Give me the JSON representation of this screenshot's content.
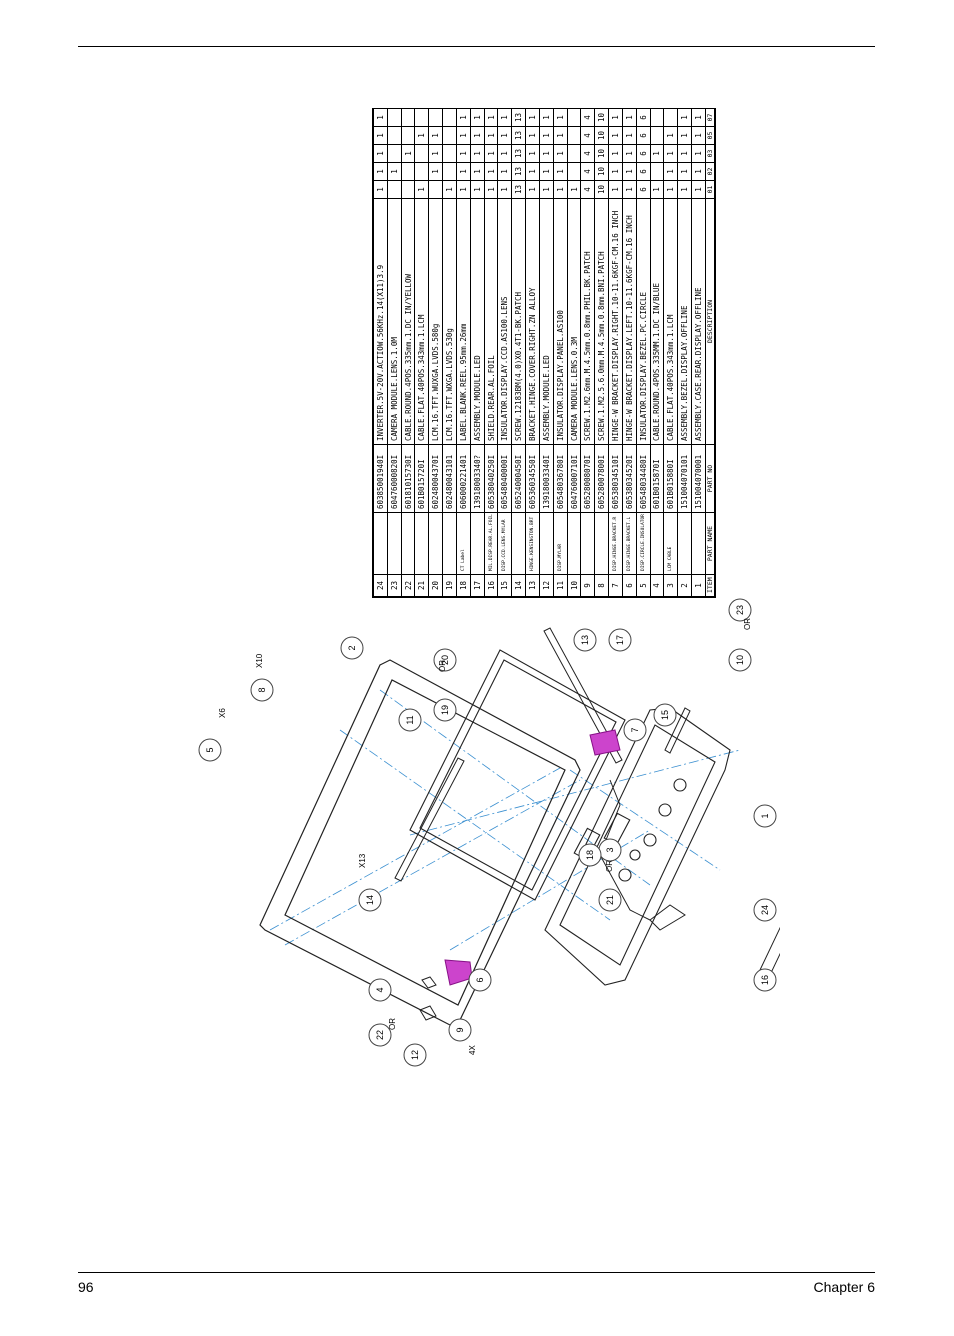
{
  "footer": {
    "page_number": "96",
    "chapter": "Chapter 6"
  },
  "parts_table": {
    "headers": {
      "item": "ITEM",
      "part_name": "PART NAME",
      "part_no": "PART NO",
      "description": "DESCRIPTION",
      "qty": [
        "01",
        "02",
        "03",
        "05",
        "07"
      ]
    },
    "rows": [
      {
        "item": "24",
        "part_name": "",
        "part_no": "60385001940I",
        "description": "INVERTER.5V-20V.ACTIOW.56KHz.14(X11)3.9",
        "qty": [
          "1",
          "1",
          "1",
          "1",
          "1"
        ]
      },
      {
        "item": "23",
        "part_name": "",
        "part_no": "60476000820I",
        "description": "CAMERA MODULE.LENS.1.0M",
        "qty": [
          "",
          "1",
          "",
          "",
          ""
        ]
      },
      {
        "item": "22",
        "part_name": "",
        "part_no": "60181015730I",
        "description": "CABLE.ROUND.4POS.335mm.1.DC IN/YELLOW",
        "qty": [
          "",
          "",
          "1",
          "",
          ""
        ]
      },
      {
        "item": "21",
        "part_name": "",
        "part_no": "601B015720I",
        "description": "CABLE.FLAT.40POS.343mm.1.LCM",
        "qty": [
          "1",
          "",
          "",
          "1",
          ""
        ]
      },
      {
        "item": "20",
        "part_name": "",
        "part_no": "60248004370I",
        "description": "LCM.16.TFT.WUXGA.LVDS.580g",
        "qty": [
          "",
          "1",
          "1",
          "1",
          ""
        ]
      },
      {
        "item": "19",
        "part_name": "",
        "part_no": "602480043101",
        "description": "LCM.16.TFT.WXGA.LVDS.530g",
        "qty": [
          "1",
          "",
          "",
          "",
          ""
        ]
      },
      {
        "item": "18",
        "part_name": "CT Label",
        "part_no": "606000221401",
        "description": "LABEL.BLANK.REEL.95mm.26mm",
        "qty": [
          "1",
          "1",
          "1",
          "1",
          "1"
        ]
      },
      {
        "item": "17",
        "part_name": "",
        "part_no": "13918003340?",
        "description": "ASSEMBLY.MODULE.LED",
        "qty": [
          "1",
          "1",
          "1",
          "1",
          "1"
        ]
      },
      {
        "item": "16",
        "part_name": "MIL.DISP.REAR.AL.FOIL",
        "part_no": "60538040250I",
        "description": "SHIELD.REAR.AL.FOIL",
        "qty": [
          "1",
          "1",
          "1",
          "1",
          "1"
        ]
      },
      {
        "item": "15",
        "part_name": "DISP.CCD.LENS.MYLAR",
        "part_no": "60548040000I",
        "description": "INSULATOR.DISPLAY.CCD.AS100.LENS",
        "qty": [
          "1",
          "1",
          "1",
          "1",
          "1"
        ]
      },
      {
        "item": "14",
        "part_name": "",
        "part_no": "60524000450I",
        "description": "SCREW.12183BM(4.0)X0.4T1-BK.PATCH",
        "qty": [
          "13",
          "13",
          "13",
          "13",
          "13"
        ]
      },
      {
        "item": "13",
        "part_name": "HINGE.KENSINGTON.BRT",
        "part_no": "60536034550I",
        "description": "BRACKET.HINGE.COVER.RIGHT.ZN ALLOY",
        "qty": [
          "1",
          "1",
          "1",
          "1",
          "1"
        ]
      },
      {
        "item": "12",
        "part_name": "",
        "part_no": "13918003340I",
        "description": "ASSEMBLY.MODULE.LED",
        "qty": [
          "1",
          "1",
          "1",
          "1",
          "1"
        ]
      },
      {
        "item": "11",
        "part_name": "DISP.MYLAR",
        "part_no": "60548036780I",
        "description": "INSULATOR.DISPLAY.PANEL.AS100",
        "qty": [
          "1",
          "1",
          "1",
          "1",
          "1"
        ]
      },
      {
        "item": "10",
        "part_name": "",
        "part_no": "60476000710I",
        "description": "CAMERA MODULE.LENS.0.3M",
        "qty": [
          "1",
          "",
          "",
          "",
          ""
        ]
      },
      {
        "item": "9",
        "part_name": "",
        "part_no": "60528008070I",
        "description": "SCREW.1.M2.6mm.M.4.5mm.0.8mm.PHIL.BK.PATCH",
        "qty": [
          "4",
          "4",
          "4",
          "4",
          "4"
        ]
      },
      {
        "item": "8",
        "part_name": "",
        "part_no": "60528007800I",
        "description": "SCREW.1.M2.5.6.0mm.M.4.5mm.0.8mm.BNI.PATCH",
        "qty": [
          "10",
          "10",
          "10",
          "10",
          "10"
        ]
      },
      {
        "item": "7",
        "part_name": "DISP.HINGE.BRACKET.R",
        "part_no": "60538034510I",
        "description": "HINGE-W BRACKET.DISPLAY.RIGHT.10-11.6KGF-CM.16 INCH",
        "qty": [
          "1",
          "1",
          "1",
          "1",
          "1"
        ]
      },
      {
        "item": "6",
        "part_name": "DISP.HINGE.BRACKET.L",
        "part_no": "60538034520I",
        "description": "HINGE-W BRACKET.DISPLAY.LEFT.10-11.6KGF-CM.16 INCH",
        "qty": [
          "1",
          "1",
          "1",
          "1",
          "1"
        ]
      },
      {
        "item": "5",
        "part_name": "DISP.CIRCLE.INSULATOR",
        "part_no": "60548034480I",
        "description": "INSULATOR.DISPLAY.BEZEL.PC.CIRCLE",
        "qty": [
          "6",
          "6",
          "6",
          "6",
          "6"
        ]
      },
      {
        "item": "4",
        "part_name": "",
        "part_no": "601B015870I",
        "description": "CABLE.ROUND.4POS.335MM.1.DC IN/BLUE",
        "qty": [
          "1",
          "",
          "1",
          "",
          ""
        ]
      },
      {
        "item": "3",
        "part_name": "LCM CABLE",
        "part_no": "601B015880I",
        "description": "CABLE.FLAT.40POS.343mm.1.LCM",
        "qty": [
          "1",
          "1",
          "1",
          "1",
          ""
        ]
      },
      {
        "item": "2",
        "part_name": "",
        "part_no": "151004070101",
        "description": "ASSEMBLY.BEZEL.DISPLAY.OFFLINE",
        "qty": [
          "1",
          "1",
          "1",
          "1",
          "1"
        ]
      },
      {
        "item": "1",
        "part_name": "",
        "part_no": "151004070001",
        "description": "ASSEMBLY.CASE.REAR.DISPLAY.OFFLINE",
        "qty": [
          "1",
          "1",
          "1",
          "1",
          "1"
        ]
      }
    ]
  },
  "drawing": {
    "callouts": [
      "1",
      "2",
      "3",
      "4",
      "5",
      "6",
      "7",
      "8",
      "9",
      "10",
      "11",
      "12",
      "13",
      "14",
      "15",
      "16",
      "17",
      "18",
      "19",
      "20",
      "21",
      "22",
      "23",
      "24"
    ],
    "labels": {
      "x10": "X10",
      "x6": "X6",
      "x13": "X13",
      "x4": "4X",
      "or": "OR"
    }
  }
}
